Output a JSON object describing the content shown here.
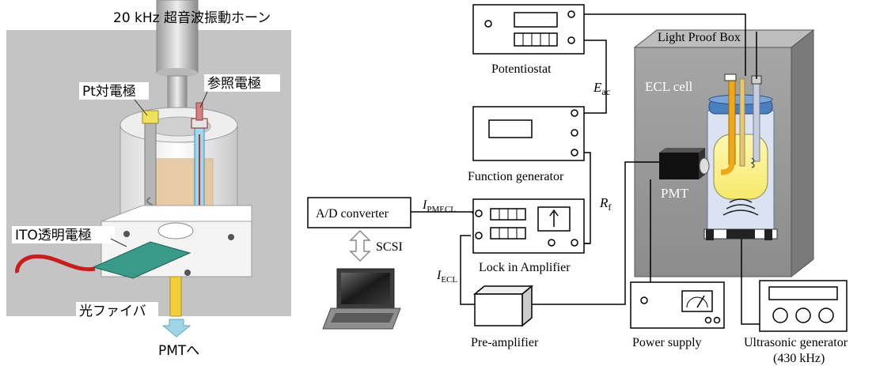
{
  "left": {
    "horn_label": "20 kHz 超音波振動ホーン",
    "counter_electrode_label": "Pt対電極",
    "reference_electrode_label": "参照電極",
    "ito_electrode_label": "ITO透明電極",
    "optical_fiber_label": "光ファイバ",
    "pmt_label": "PMTへ"
  },
  "right": {
    "light_proof_box": "Light Proof Box",
    "ecl_cell": "ECL cell",
    "pmt": "PMT",
    "potentiostat": "Potentiostat",
    "function_generator": "Function generator",
    "lock_in_amplifier": "Lock in Amplifier",
    "ad_converter": "A/D converter",
    "scsi": "SCSI",
    "pre_amplifier": "Pre-amplifier",
    "power_supply": "Power supply",
    "ultrasonic_generator": "Ultrasonic generator",
    "ultrasonic_freq": "(430 kHz)",
    "e_ac_main": "E",
    "e_ac_sub": "ac",
    "r_f_main": "R",
    "r_f_sub": "f",
    "i_pmecl_main": "I",
    "i_pmecl_sub": "PMECL",
    "i_ecl_main": "I",
    "i_ecl_sub": "ECL"
  }
}
